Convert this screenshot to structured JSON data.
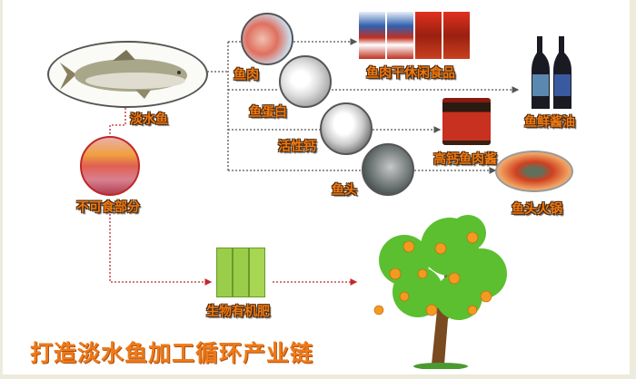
{
  "title": "打造淡水鱼加工循环产业链",
  "source": {
    "label": "淡水鱼"
  },
  "inedible": {
    "label": "不可食部分"
  },
  "branches": [
    {
      "label": "鱼肉",
      "product": "鱼肉干休闲食品"
    },
    {
      "label": "鱼蛋白",
      "product": "鱼鲜酱油"
    },
    {
      "label": "活性钙",
      "product": "高钙鱼肉酱"
    },
    {
      "label": "鱼头",
      "product": "鱼头火锅"
    }
  ],
  "fertilizer": {
    "label": "生物有机肥"
  },
  "colors": {
    "label_orange": "#f07a12",
    "edible_line": "#555555",
    "inedible_line": "#c0282a",
    "title_orange": "#ee7a18"
  }
}
